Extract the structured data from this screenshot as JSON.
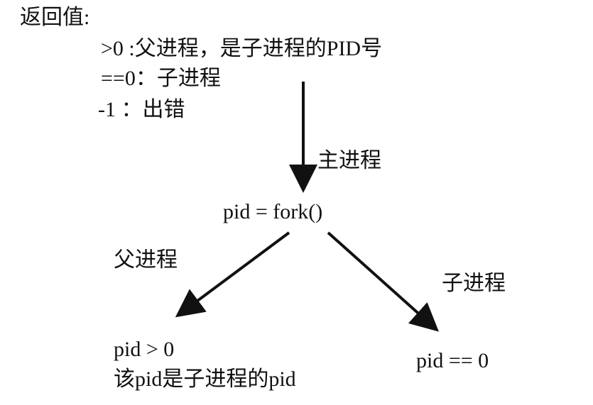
{
  "legend": {
    "heading": "返回值:",
    "items": [
      ">0 :父进程，是子进程的PID号",
      "==0：子进程",
      "-1 ：出错"
    ]
  },
  "nodes": {
    "fork": "pid = fork()",
    "parent_line1": "pid > 0",
    "parent_line2": "该pid是子进程的pid",
    "child": "pid == 0"
  },
  "edges": {
    "main": "主进程",
    "parent": "父进程",
    "child": "子进程"
  },
  "colors": {
    "ink": "#111111",
    "background": "#ffffff"
  }
}
